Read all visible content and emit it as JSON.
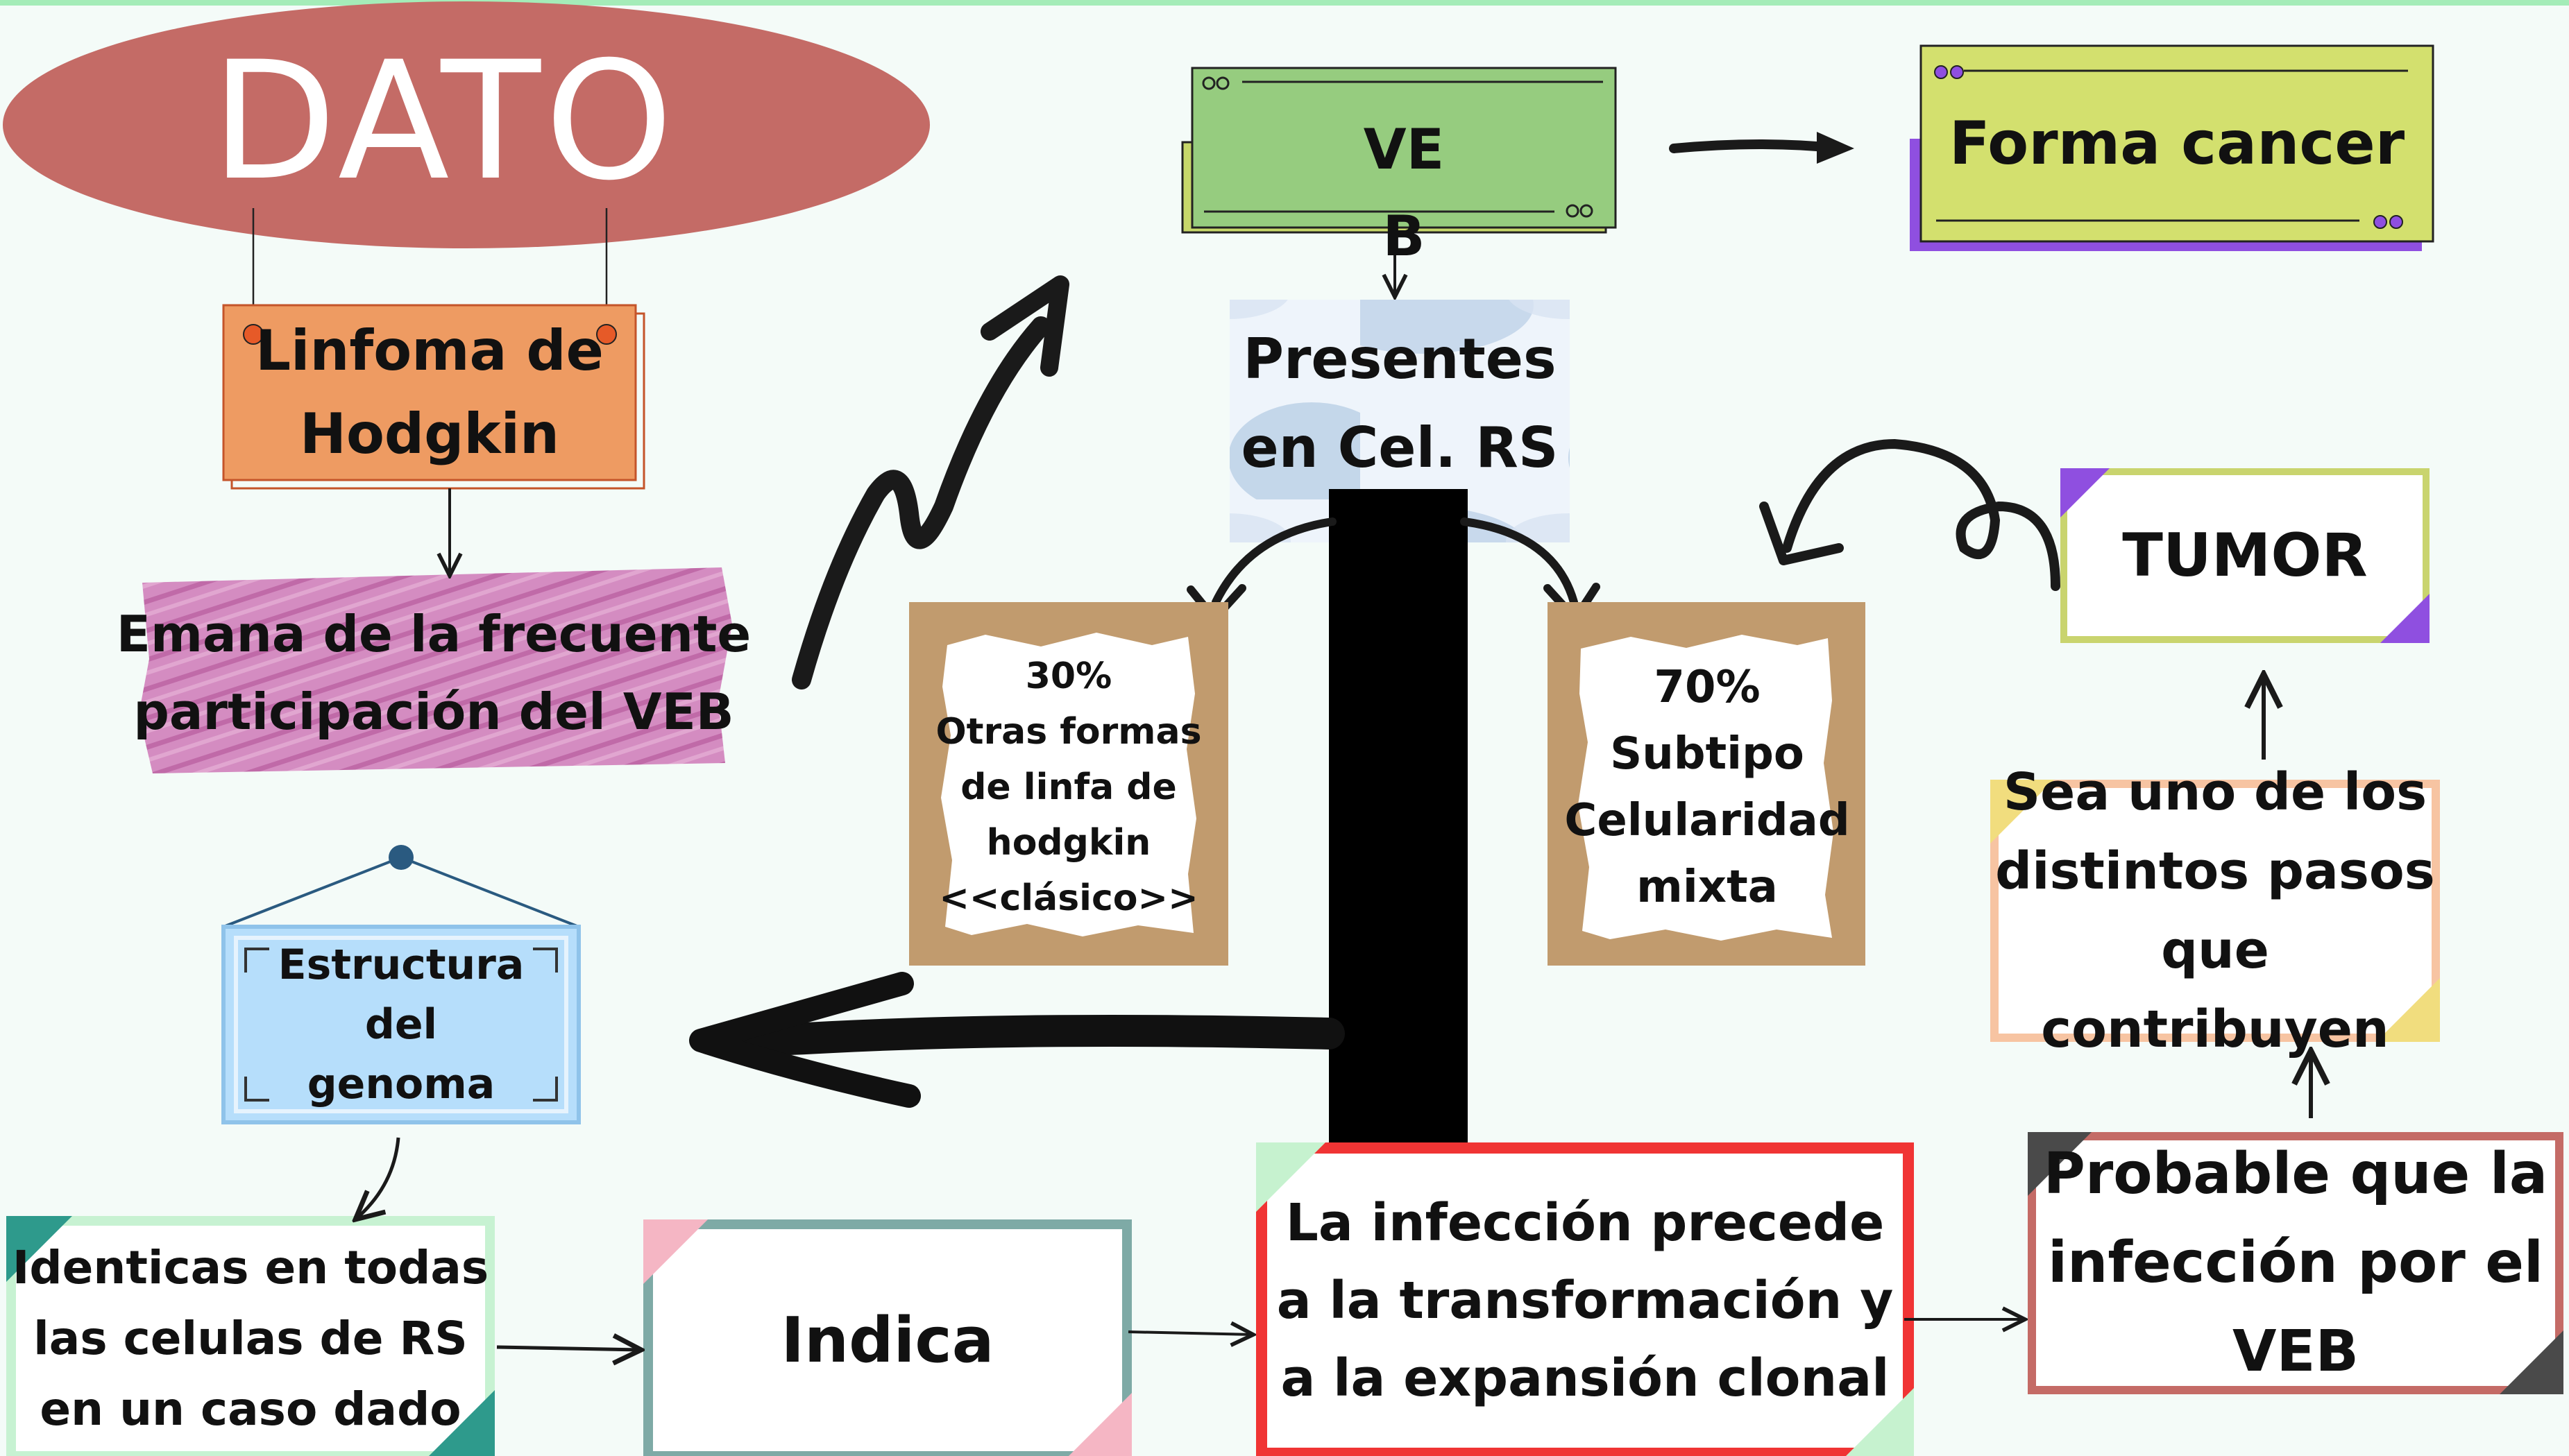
{
  "topline_color": "#a4ecb8",
  "header": {
    "title": "DATO"
  },
  "nodes": {
    "linfoma": "Linfoma de\nHodgkin",
    "emana": "Emana de la frecuente\nparticipación del VEB",
    "veb_line1": "VE",
    "veb_line2": "B",
    "forma_cancer": "Forma cancer",
    "presentes": "Presentes\nen Cel. RS",
    "pct30": "30%\nOtras formas\nde linfa de\nhodgkin\n<<clásico>>",
    "pct70": "70%\nSubtipo\nCelularidad\nmixta",
    "tumor": "TUMOR",
    "sea_uno": "Sea uno de los\ndistintos pasos\nque contribuyen",
    "probable": "Probable que la\ninfección por el\nVEB",
    "estructura": "Estructura\ndel\ngenoma",
    "identicas": "Identicas en todas\nlas celulas de RS\nen un caso dado",
    "indica": "Indica",
    "infeccion": "La infección precede\na la transformación y\na la expansión clonal"
  },
  "colors": {
    "dato": "#c46b66",
    "linfoma": "#ee9b62",
    "emana": "#d48cc1",
    "veb": "#96cc7f",
    "veb_back": "#c7d76a",
    "forma": "#d3e06e",
    "forma_back": "#8f4fe0",
    "tumor_border": "#c9d46e",
    "tumor_accent": "#8f4fe0",
    "sea_border": "#f7c4a2",
    "sea_accent": "#f1dd7e",
    "probable_border": "#c46b66",
    "probable_accent": "#4a4a4a",
    "estructura": "#b6defb",
    "estructura_border": "#8fc3ea",
    "identicas_border": "#c7f2d2",
    "identicas_accent": "#2e9a8c",
    "indica_border": "#7eaaa6",
    "indica_accent": "#f5b6c4",
    "infeccion_border": "#f03434",
    "infeccion_accent": "#c6f2cf",
    "paper": "#c19b6e",
    "arrow": "#1a1a1a"
  }
}
